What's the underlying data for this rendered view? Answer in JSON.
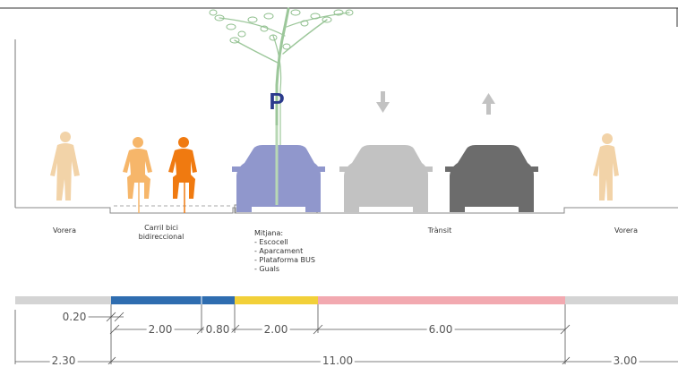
{
  "parking_sign": "P",
  "labels": {
    "vorera_left": "Vorera",
    "carril_bici_line1": "Carril bici",
    "carril_bici_line2": "bidireccional",
    "mitjana_title": "Mitjana:",
    "mitjana_items": [
      "- Escocell",
      "- Aparcament",
      "- Plataforma BUS",
      "- Guals"
    ],
    "transit": "Trànsit",
    "vorera_right": "Vorera"
  },
  "dimensions": {
    "d_020": "0.20",
    "d_200_a": "2.00",
    "d_080": "0.80",
    "d_200_b": "2.00",
    "d_600": "6.00",
    "d_230": "2.30",
    "d_1100": "11.00",
    "d_300": "3.00"
  },
  "colors": {
    "sidewalk_strip": "#d4d4d4",
    "bike_lane": "#2f6db0",
    "median": "#f2d039",
    "traffic": "#f2a9b0",
    "pedestrian": "#f2d3a8",
    "cyclist_light": "#f6b66a",
    "cyclist_dark": "#f07a10",
    "parked_car": "#9097cc",
    "car_light": "#c2c2c2",
    "car_dark": "#6c6c6c",
    "tree": "#9cc79a",
    "parking_sign": "#2b3a8c"
  },
  "icons": [
    "pedestrian-icon",
    "cyclist-icon",
    "tree-icon",
    "car-icon",
    "arrow-down-icon",
    "arrow-up-icon",
    "parking-icon"
  ]
}
